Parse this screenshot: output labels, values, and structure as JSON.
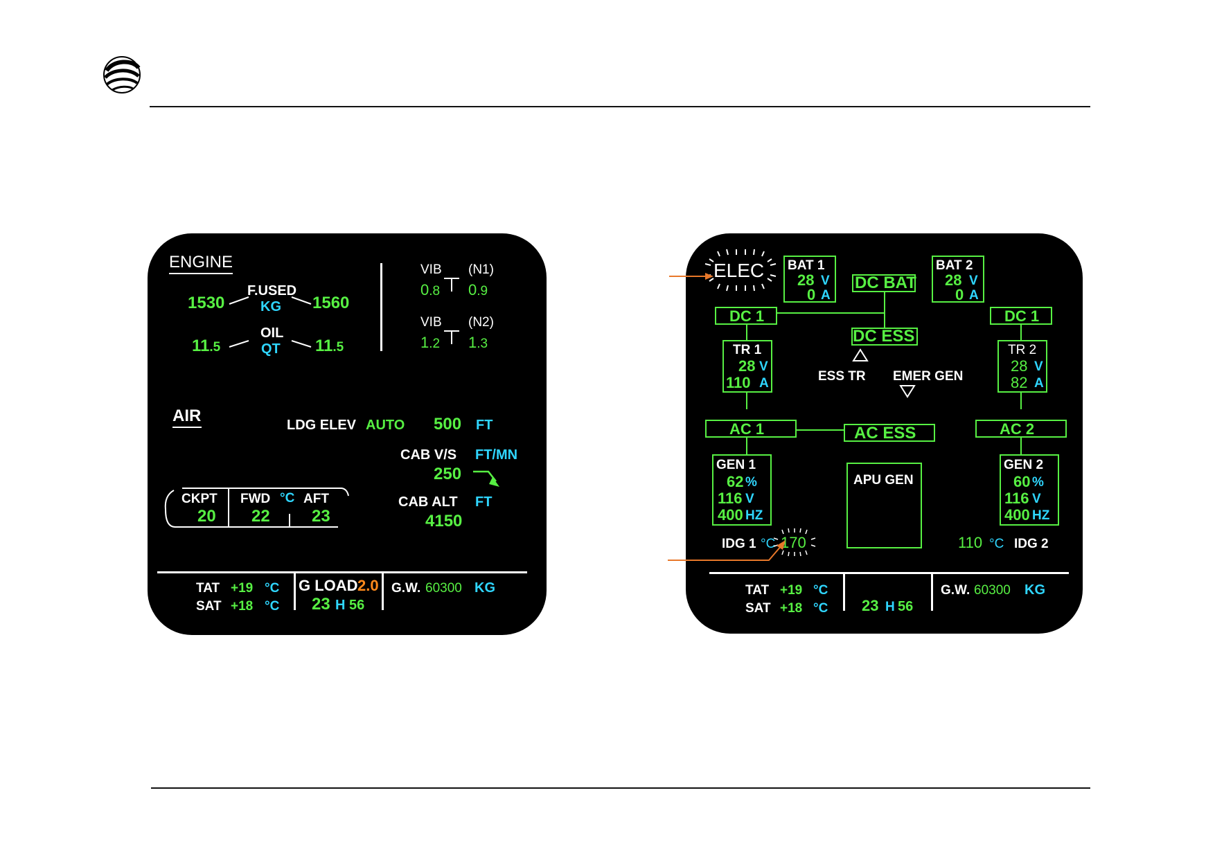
{
  "engine_page": {
    "title": "ENGINE",
    "fuel_used": {
      "label": "F.USED",
      "unit": "KG",
      "left": "1530",
      "right": "1560"
    },
    "oil": {
      "label": "OIL",
      "unit": "QT",
      "left_int": "11",
      "left_dec": ".5",
      "right_int": "11",
      "right_dec": ".5"
    },
    "vib_n1": {
      "label": "VIB",
      "param": "(N1)",
      "left_int": "0",
      "left_dec": ".8",
      "right_int": "0",
      "right_dec": ".9"
    },
    "vib_n2": {
      "label": "VIB",
      "param": "(N2)",
      "left_int": "1",
      "left_dec": ".2",
      "right_int": "1",
      "right_dec": ".3"
    },
    "air": {
      "title": "AIR",
      "ldg_elev": {
        "label": "LDG  ELEV",
        "mode": "AUTO",
        "value": "500",
        "unit": "FT"
      },
      "cab_vs": {
        "label": "CAB  V/S",
        "unit": "FT/MN",
        "value": "250"
      },
      "cab_alt": {
        "label": "CAB  ALT",
        "unit": "FT",
        "value": "4150"
      },
      "temps": {
        "ckpt_label": "CKPT",
        "ckpt_value": "20",
        "fwd_label": "FWD",
        "fwd_value": "22",
        "aft_label": "AFT",
        "aft_value": "23",
        "unit": "°C"
      }
    },
    "status_bar": {
      "tat_label": "TAT",
      "tat_value": "+19",
      "tat_unit": "°C",
      "sat_label": "SAT",
      "sat_value": "+18",
      "sat_unit": "°C",
      "gload_label": "G LOAD",
      "gload_value": "2.0",
      "time_h": "23",
      "time_sep": "H",
      "time_m": "56",
      "gw_label": "G.W.",
      "gw_value": "60300",
      "gw_unit": "KG"
    }
  },
  "elec_page": {
    "title": "ELEC",
    "bat1": {
      "label": "BAT  1",
      "volts": "28",
      "volt_unit": "V",
      "amps": "0",
      "amp_unit": "A"
    },
    "bat2": {
      "label": "BAT  2",
      "volts": "28",
      "volt_unit": "V",
      "amps": "0",
      "amp_unit": "A"
    },
    "dc_bat": "DC BAT",
    "dc1_left": "DC 1",
    "dc1_right": "DC 1",
    "dc_ess": "DC ESS",
    "ess_tr": "ESS TR",
    "emer_gen": "EMER GEN",
    "tr1": {
      "label": "TR 1",
      "volts": "28",
      "volt_unit": "V",
      "amps": "110",
      "amp_unit": "A"
    },
    "tr2": {
      "label": "TR 2",
      "volts": "28",
      "volt_unit": "V",
      "amps": "82",
      "amp_unit": "A"
    },
    "ac1": "AC 1",
    "ac2": "AC 2",
    "ac_ess": "AC ESS",
    "gen1": {
      "label": "GEN 1",
      "load": "62",
      "load_unit": "%",
      "volts": "116",
      "volt_unit": "V",
      "freq": "400",
      "freq_unit": "HZ"
    },
    "gen2": {
      "label": "GEN 2",
      "load": "60",
      "load_unit": "%",
      "volts": "116",
      "volt_unit": "V",
      "freq": "400",
      "freq_unit": "HZ"
    },
    "apu_gen": "APU GEN",
    "idg1": {
      "label": "IDG 1",
      "unit": "°C",
      "value": "170"
    },
    "idg2": {
      "label": "IDG 2",
      "unit": "°C",
      "value": "110"
    },
    "status_bar": {
      "tat_label": "TAT",
      "tat_value": "+19",
      "tat_unit": "°C",
      "sat_label": "SAT",
      "sat_value": "+18",
      "sat_unit": "°C",
      "time_h": "23",
      "time_sep": "H",
      "time_m": "56",
      "gw_label": "G.W.",
      "gw_value": "60300",
      "gw_unit": "KG"
    }
  },
  "colors": {
    "green": "#57f043",
    "cyan": "#2fd6ff",
    "amber": "#ff8a1c",
    "white": "#ffffff",
    "callout": "#e8782a"
  }
}
